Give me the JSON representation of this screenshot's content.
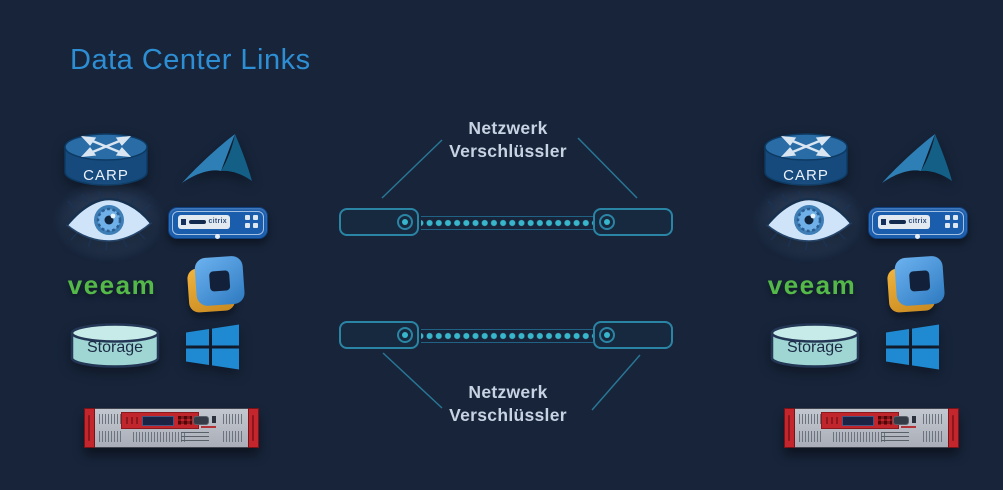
{
  "title": "Data Center Links",
  "middle": {
    "top_label": {
      "line1": "Netzwerk",
      "line2": "Verschlüssler"
    },
    "bottom_label": {
      "line1": "Netzwerk",
      "line2": "Verschlüssler"
    }
  },
  "datacenters": {
    "left": {
      "carp_label": "CARP",
      "citrix_label": "citrix",
      "veeam_label": "veeam",
      "storage_label": "Storage"
    },
    "right": {
      "carp_label": "CARP",
      "citrix_label": "citrix",
      "veeam_label": "veeam",
      "storage_label": "Storage"
    }
  },
  "icon_names": [
    "carp-router-icon",
    "azure-icon",
    "eye-icon",
    "citrix-appliance-icon",
    "veeam-logo",
    "vmware-icon",
    "storage-icon",
    "windows-icon",
    "encryptor-appliance-icon"
  ],
  "colors": {
    "background": "#17243a",
    "title": "#2e8ed3",
    "link_teal": "#2a84a4",
    "dot_teal": "#38b6cc",
    "label_text": "#c7d3e3",
    "veeam_green": "#54b948",
    "windows_blue": "#1f8ad2",
    "vmware_blue": "#3f8fdf",
    "vmware_orange": "#dfa02e",
    "appliance_red": "#c0262c",
    "storage_fill": "#9fd6d3"
  }
}
